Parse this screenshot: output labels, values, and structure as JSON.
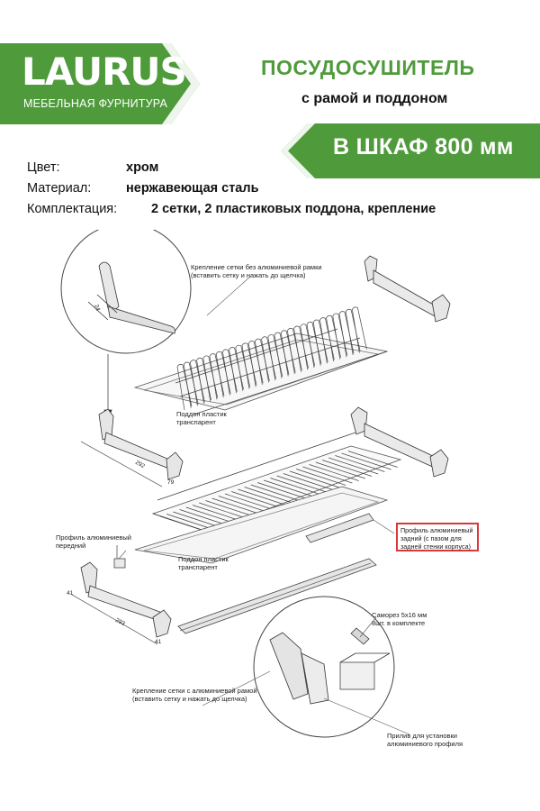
{
  "brand": {
    "logo": "LAURUS",
    "tagline": "МЕБЕЛЬНАЯ ФУРНИТУРА",
    "green": "#4f9b3c"
  },
  "header": {
    "title": "ПОСУДОСУШИТЕЛЬ",
    "subtitle": "с рамой и поддоном",
    "size_badge": "В ШКАФ 800 мм"
  },
  "specs": [
    {
      "label": "Цвет:",
      "value": "хром"
    },
    {
      "label": "Материал:",
      "value": "нержавеющая сталь"
    },
    {
      "label": "Комплектация:",
      "value": "2 сетки, 2 пластиковых поддона, крепление"
    }
  ],
  "labels": {
    "mount_no_frame": "Крепление сетки без алюминиевой рамки\n(вставить сетку и нажать до щелчка)",
    "tray_top": "Поддон пластик\nтранспарент",
    "profile_front": "Профиль алюминиевый\nпередний",
    "tray_bottom": "Поддон пластик\nтранспарент",
    "profile_rear": "Профиль алюминиевый\nзадний (с пазом для\nзадней стенки корпуса)",
    "screw": "Саморез 5х16 мм\n8шт. в комплекте",
    "mount_with_frame": "Крепление сетки с алюминиевой рамой\n(вставить сетку и нажать до щелчка)",
    "boss": "Прилив для установки\nалюминиевого профиля"
  },
  "dims": {
    "d1": "24",
    "d2": "292",
    "d3": "79",
    "d4": "41",
    "d5": "293",
    "d6": "41"
  }
}
